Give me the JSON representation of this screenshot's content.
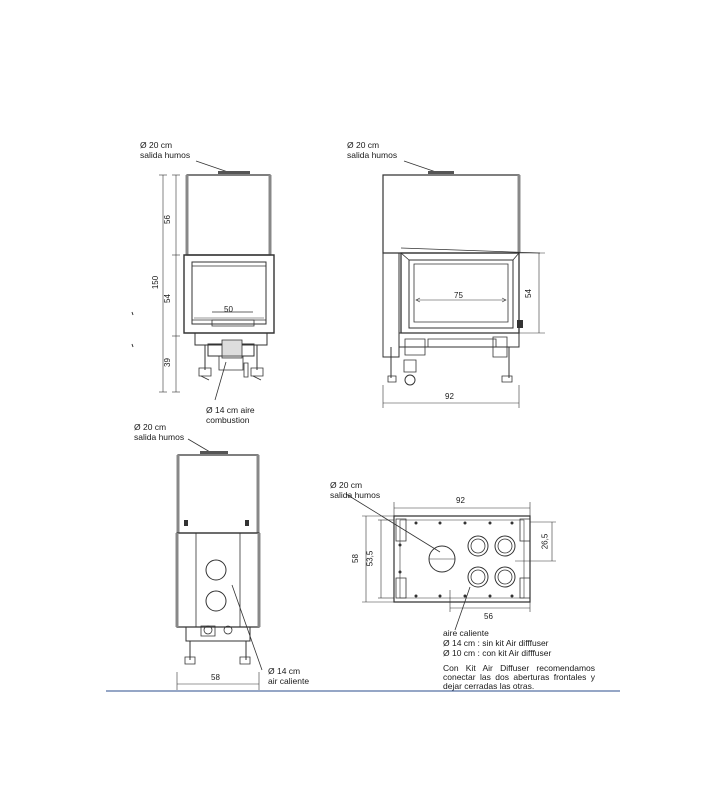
{
  "front_view": {
    "flue_diameter": "Ø 20 cm",
    "flue_label": "salida humos",
    "height_total": "150",
    "height_top": "56",
    "height_glass": "54",
    "height_base": "39",
    "glass_width": "50",
    "air_diameter": "Ø 14 cm aire",
    "air_label": "combustion"
  },
  "side_view": {
    "flue_diameter": "Ø 20 cm",
    "flue_label": "salida humos",
    "glass_width": "75",
    "glass_height": "54",
    "depth": "92"
  },
  "rear_view": {
    "flue_diameter": "Ø 20 cm",
    "flue_label": "salida humos",
    "width": "58",
    "air_diameter": "Ø 14 cm",
    "air_label": "air caliente"
  },
  "top_view": {
    "flue_diameter": "Ø 20 cm",
    "flue_label": "salida humos",
    "width": "92",
    "depth": "58",
    "inner_depth": "53,5",
    "outlet_offset": "26,5",
    "outlet_spacing": "56",
    "air_title": "aire caliente",
    "air_option_1": "Ø 14 cm : sin kit Air difffuser",
    "air_option_2": "Ø 10 cm : con kit Air difffuser",
    "note": "Con Kit Air Diffuser recomendamos conectar las dos aberturas frontales y dejar cerradas las otras."
  }
}
